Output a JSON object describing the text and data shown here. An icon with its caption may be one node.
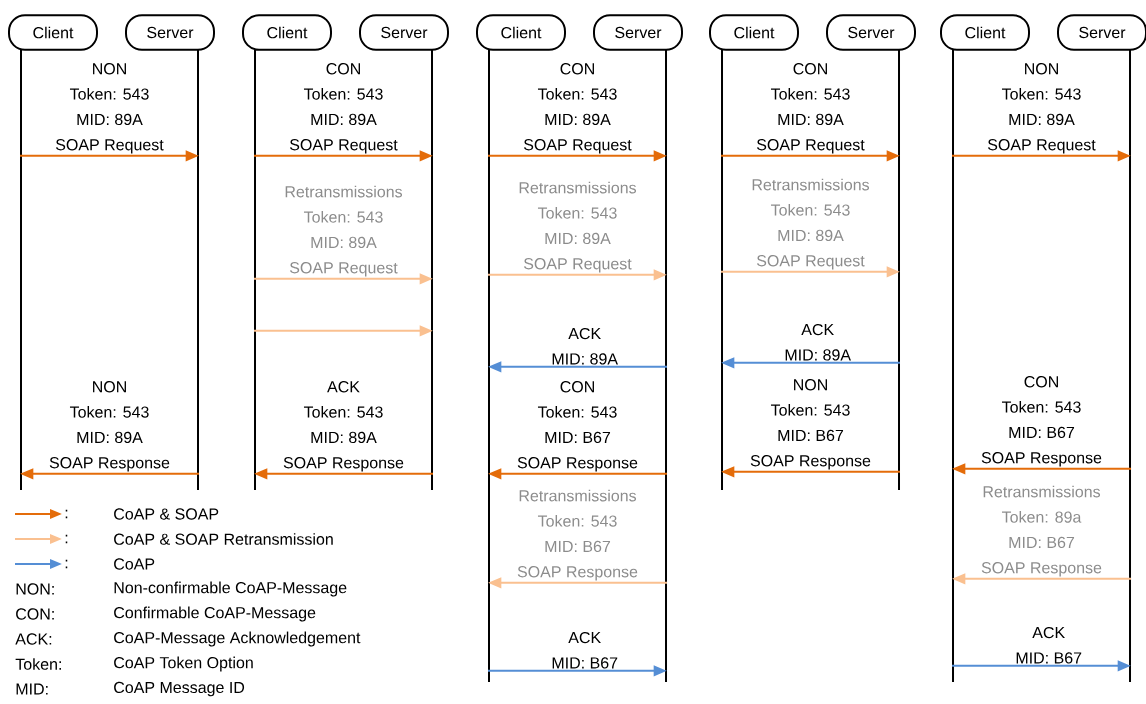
{
  "diagram": {
    "nodes": [
      {
        "text": [
          "Client"
        ]
      },
      {
        "text": [
          "Server"
        ]
      },
      {
        "text": [
          "Client"
        ]
      },
      {
        "text": [
          "Server"
        ]
      },
      {
        "text": [
          "Client"
        ]
      },
      {
        "text": [
          "Server"
        ]
      },
      {
        "text": [
          "Client"
        ]
      },
      {
        "text": [
          "Server"
        ]
      },
      {
        "text": [
          "Client"
        ]
      },
      {
        "text": [
          "Server"
        ]
      }
    ],
    "edges": [
      {
        "from": 0,
        "to": 1,
        "arrow": "to",
        "label": "NON Token: 543 MID: 89A SOAP Request"
      },
      {
        "from": 1,
        "to": 0,
        "arrow": "to",
        "label": "NON Token: 543 MID: 89A SOAP Response"
      },
      {
        "from": 2,
        "to": 3,
        "arrow": "to",
        "label": "CON Token: 543 MID: 89A SOAP Request"
      },
      {
        "from": 2,
        "to": 3,
        "arrow": "to",
        "label": "Retransmissions Token: 543 MID: 89A SOAP Request",
        "color": "#fac090"
      },
      {
        "from": 2,
        "to": 3,
        "arrow": "to",
        "color": "#fac090"
      },
      {
        "from": 3,
        "to": 2,
        "arrow": "to",
        "label": "ACK Token: 543 MID: 89A SOAP Response"
      },
      {
        "from": 4,
        "to": 5,
        "arrow": "to",
        "label": "CON Token: 543 MID: 89A SOAP Request"
      },
      {
        "from": 4,
        "to": 5,
        "arrow": "to",
        "label": "Retransmissions Token: 543 MID: 89A SOAP Request",
        "color": "#fac090"
      },
      {
        "from": 5,
        "to": 4,
        "arrow": "to",
        "label": "ACK MID: 89A",
        "color": "#558ed5"
      },
      {
        "from": 5,
        "to": 4,
        "arrow": "to",
        "label": "CON Token: 543 MID: B67 SOAP Response"
      },
      {
        "from": 5,
        "to": 4,
        "arrow": "to",
        "label": "Retransmissions Token: 543 MID: B67 SOAP Response",
        "color": "#fac090"
      },
      {
        "from": 4,
        "to": 5,
        "arrow": "to",
        "label": "ACK MID: B67",
        "color": "#558ed5"
      },
      {
        "from": 6,
        "to": 7,
        "arrow": "to",
        "label": "CON Token: 543 MID: 89A SOAP Request"
      },
      {
        "from": 6,
        "to": 7,
        "arrow": "to",
        "label": "Retransmissions Token: 543 MID: 89A SOAP Request",
        "color": "#fac090"
      },
      {
        "from": 7,
        "to": 6,
        "arrow": "to",
        "label": "ACK MID: 89A",
        "color": "#558ed5"
      },
      {
        "from": 7,
        "to": 6,
        "arrow": "to",
        "label": "NON Token: 543 MID: B67 SOAP Response"
      },
      {
        "from": 8,
        "to": 9,
        "arrow": "to",
        "label": "NON Token: 543 MID: 89A SOAP Request"
      },
      {
        "from": 9,
        "to": 8,
        "arrow": "to",
        "label": "CON Token: 543 MID: B67 SOAP Response"
      },
      {
        "from": 9,
        "to": 8,
        "arrow": "to",
        "label": "Retransmissions Token: 89a MID: B67 SOAP Response",
        "color": "#fac090"
      },
      {
        "from": 8,
        "to": 9,
        "arrow": "to",
        "label": "ACK MID: B67",
        "color": "#558ed5"
      }
    ],
    "labels": [
      ":",
      ":",
      ":",
      "NON:",
      "Non-confirmable CoAP-Message",
      "CON:",
      "Confirmable CoAP-Message",
      "ACK:",
      "CoAP-Message Acknowledgement",
      "Token:",
      "CoAP Token Option",
      "MID:",
      "CoAP Message ID"
    ],
    "legend": [
      {
        "text": "CoAP & SOAP"
      },
      {
        "text": "CoAP & SOAP Retransmission"
      },
      {
        "text": "CoAP"
      }
    ]
  }
}
